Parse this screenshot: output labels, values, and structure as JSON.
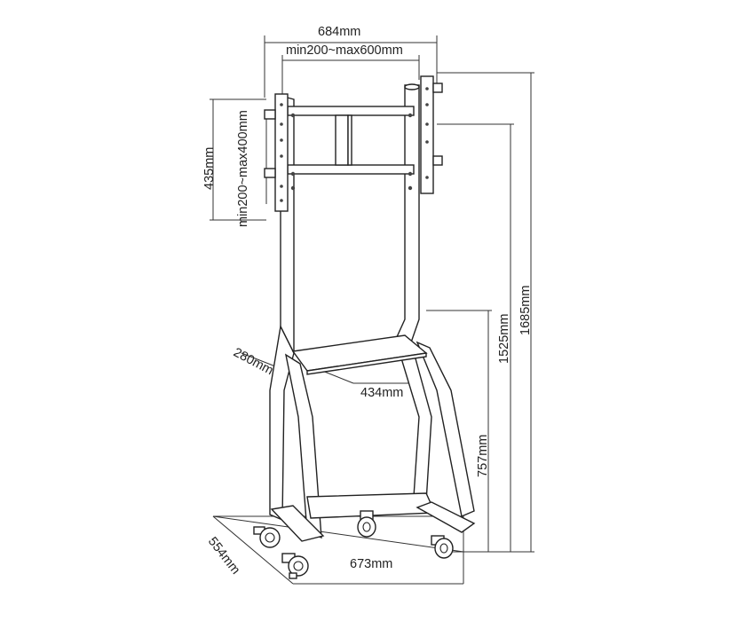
{
  "dimensions": {
    "overall_width": "684mm",
    "vesa_horizontal": "min200~max600mm",
    "bracket_height": "435mm",
    "vesa_vertical": "min200~max400mm",
    "total_height": "1685mm",
    "shelf_mount_height": "1525mm",
    "shelf_depth": "280mm",
    "shelf_width": "434mm",
    "shelf_height": "757mm",
    "base_width": "673mm",
    "base_depth": "554mm"
  },
  "colors": {
    "line": "#222222",
    "background": "#ffffff"
  }
}
